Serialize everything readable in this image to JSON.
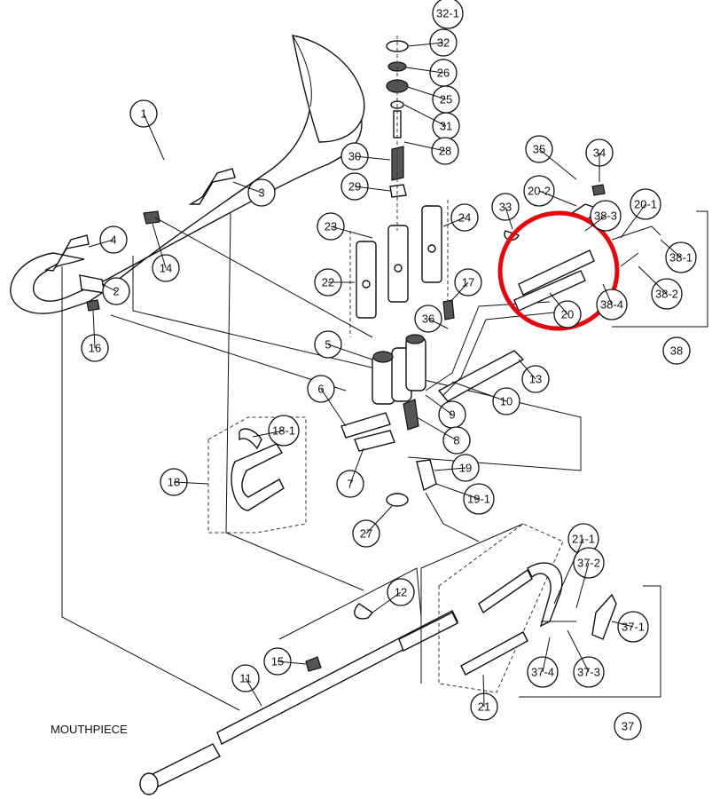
{
  "diagram": {
    "mouthpiece_label": "MOUTHPIECE",
    "highlight_color": "#e3060f",
    "highlighted_group": [
      "20",
      "20-1",
      "38-3",
      "38-1",
      "38-2",
      "38-4"
    ],
    "callouts": [
      "32-1",
      "32",
      "26",
      "25",
      "31",
      "28",
      "30",
      "29",
      "23",
      "24",
      "22",
      "1",
      "3",
      "4",
      "2",
      "16",
      "14",
      "35",
      "34",
      "20-2",
      "33",
      "20-1",
      "38-3",
      "38-1",
      "38-2",
      "38-4",
      "20",
      "38",
      "17",
      "36",
      "5",
      "13",
      "10",
      "9",
      "8",
      "6",
      "7",
      "18-1",
      "18",
      "19",
      "19-1",
      "27",
      "12",
      "21-1",
      "37-2",
      "37-1",
      "37-3",
      "37-4",
      "15",
      "11",
      "21",
      "37"
    ]
  }
}
